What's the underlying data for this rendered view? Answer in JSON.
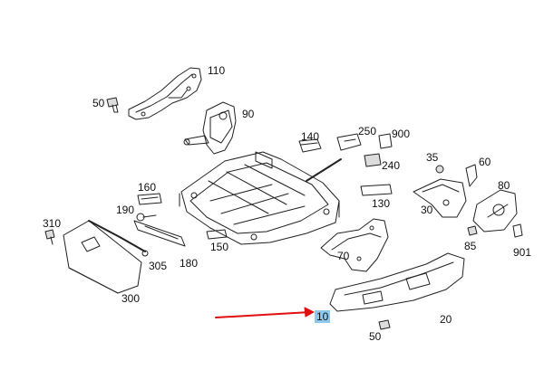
{
  "labels": [
    {
      "id": "110",
      "text": "110"
    },
    {
      "id": "50a",
      "text": "50"
    },
    {
      "id": "90",
      "text": "90"
    },
    {
      "id": "140",
      "text": "140"
    },
    {
      "id": "250",
      "text": "250"
    },
    {
      "id": "900",
      "text": "900"
    },
    {
      "id": "240",
      "text": "240"
    },
    {
      "id": "35",
      "text": "35"
    },
    {
      "id": "60",
      "text": "60"
    },
    {
      "id": "80",
      "text": "80"
    },
    {
      "id": "160",
      "text": "160"
    },
    {
      "id": "190",
      "text": "190"
    },
    {
      "id": "130",
      "text": "130"
    },
    {
      "id": "30",
      "text": "30"
    },
    {
      "id": "310",
      "text": "310"
    },
    {
      "id": "150",
      "text": "150"
    },
    {
      "id": "85",
      "text": "85"
    },
    {
      "id": "901",
      "text": "901"
    },
    {
      "id": "70",
      "text": "70"
    },
    {
      "id": "305",
      "text": "305"
    },
    {
      "id": "180",
      "text": "180"
    },
    {
      "id": "300",
      "text": "300"
    },
    {
      "id": "10",
      "text": "10"
    },
    {
      "id": "20",
      "text": "20"
    },
    {
      "id": "50b",
      "text": "50"
    }
  ],
  "highlight": {
    "part": "10",
    "color": "#8ec8ec",
    "arrow_color": "#e01010"
  }
}
